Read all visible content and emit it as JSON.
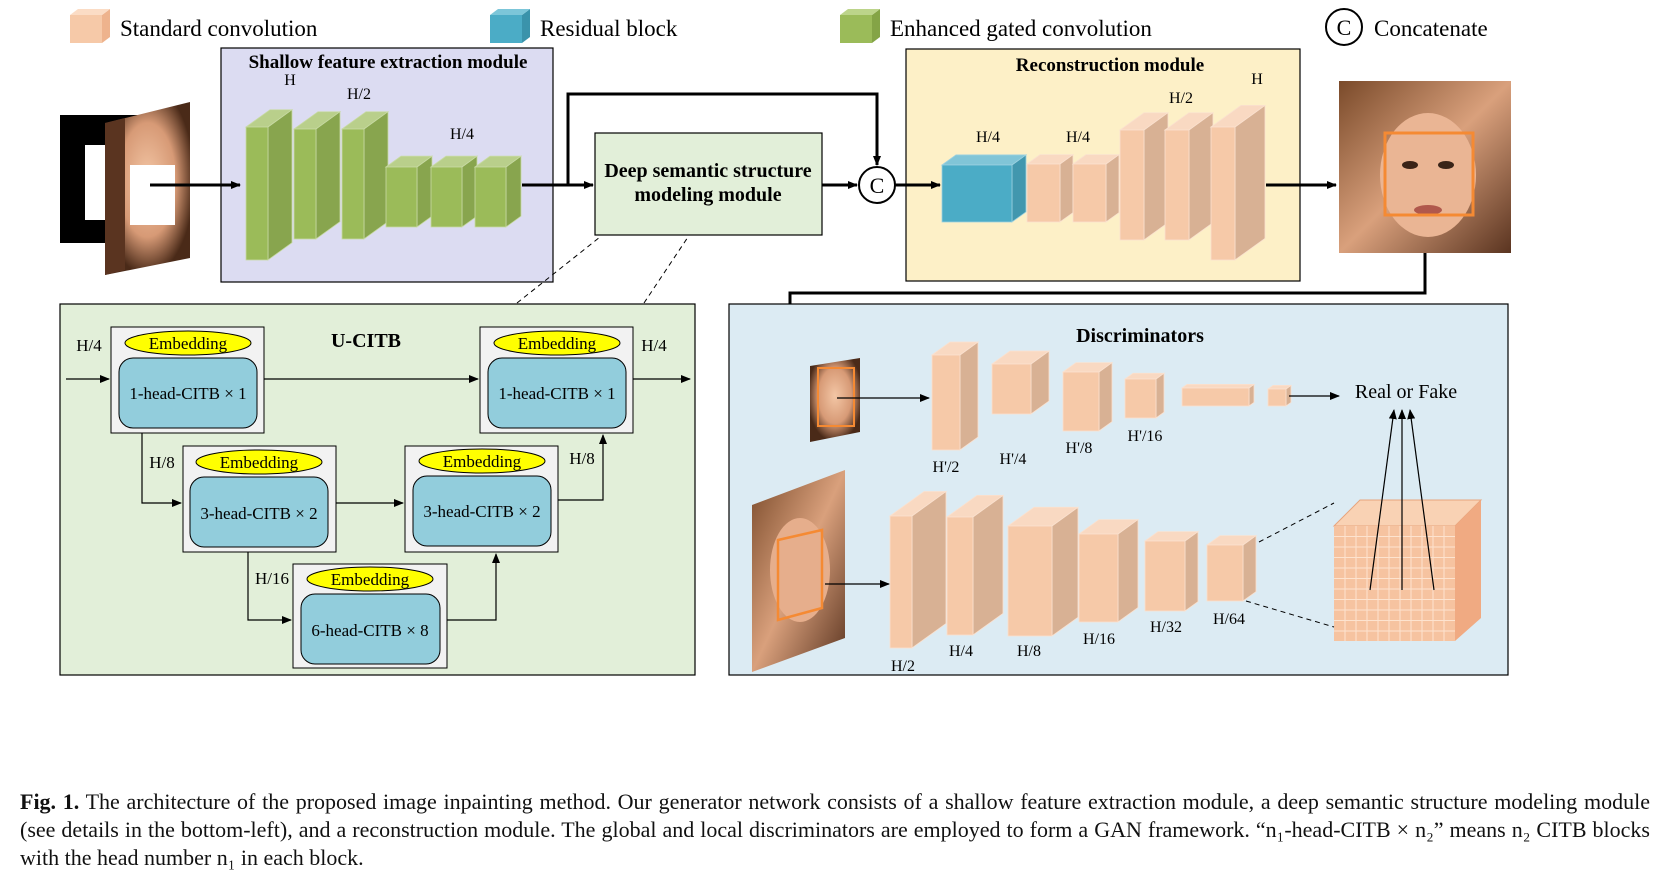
{
  "legend": {
    "standard_conv": "Standard convolution",
    "residual_block": "Residual block",
    "enhanced_gated_conv": "Enhanced gated convolution",
    "concat_symbol": "C",
    "concatenate": "Concatenate"
  },
  "colors": {
    "standard_conv": "#f6c9a8",
    "residual_block": "#4bacc6",
    "enhanced_gated_conv": "#9bbb59",
    "shallow_bg": "#dcdcf2",
    "recon_bg": "#fdf0c7",
    "ucitb_bg": "#e2efd9",
    "disc_bg": "#dcebf3",
    "dssm_bg": "#e2efd9",
    "embedding": "#ffff00",
    "citb": "#92cddc"
  },
  "shallow": {
    "title": "Shallow feature extraction module",
    "labels": [
      "H",
      "H/2",
      "H/4"
    ]
  },
  "dssm": {
    "line1": "Deep semantic structure",
    "line2": "modeling module"
  },
  "concat": {
    "symbol": "C"
  },
  "reconstruction": {
    "title": "Reconstruction module",
    "labels": [
      "H/4",
      "H/4",
      "H/2",
      "H"
    ]
  },
  "ucitb": {
    "title": "U-CITB",
    "input_label": "H/4",
    "output_label": "H/4",
    "h8_left": "H/8",
    "h8_right": "H/8",
    "h16": "H/16",
    "embedding": "Embedding",
    "block1_left": "1-head-CITB × 1",
    "block1_right": "1-head-CITB × 1",
    "block3_left": "3-head-CITB × 2",
    "block3_right": "3-head-CITB × 2",
    "block6": "6-head-CITB × 8"
  },
  "discriminators": {
    "title": "Discriminators",
    "output": "Real or Fake",
    "local_labels": [
      "H'/2",
      "H'/4",
      "H'/8",
      "H'/16"
    ],
    "global_labels": [
      "H/2",
      "H/4",
      "H/8",
      "H/16",
      "H/32",
      "H/64"
    ]
  },
  "caption": {
    "fig": "Fig. 1.",
    "text": "The architecture of the proposed image inpainting method. Our generator network consists of a shallow feature extraction module, a deep semantic structure modeling module (see details in the bottom-left), and a reconstruction module. The global and local discriminators are employed to form a GAN framework. “n₁-head-CITB × n₂” means n₂ CITB blocks with the head number n₁ in each block."
  }
}
